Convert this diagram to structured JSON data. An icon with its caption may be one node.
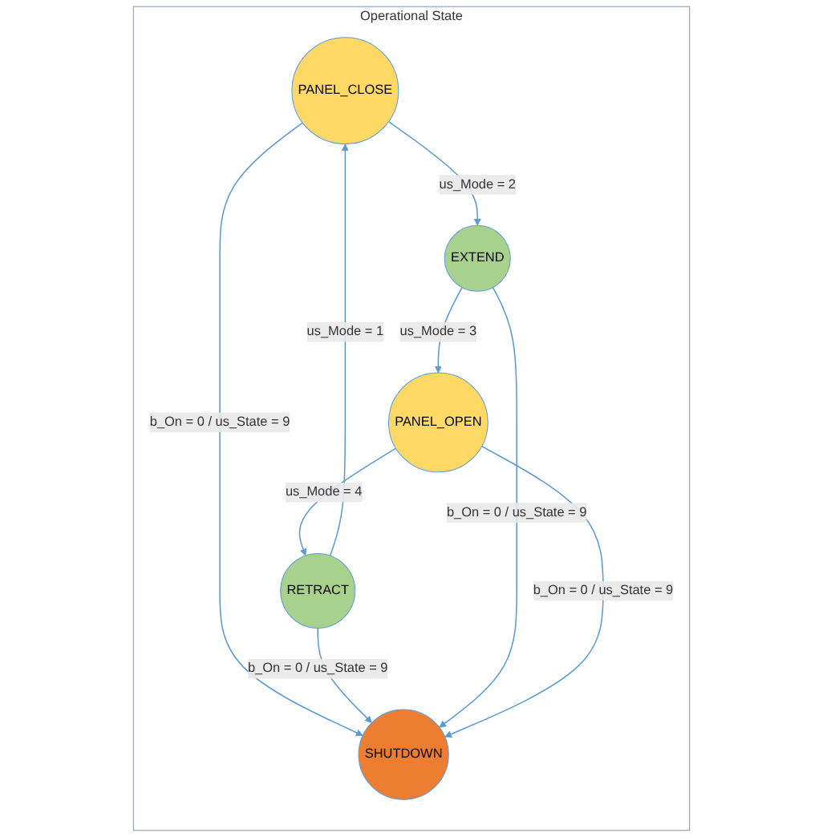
{
  "diagram": {
    "nodes": [
      {
        "text": [
          "Operational State"
        ]
      },
      {
        "text": [
          "PANEL_CLOSE"
        ],
        "in": 0
      },
      {
        "text": [
          "RETRACT"
        ],
        "in": 0
      },
      {
        "text": [
          "SHUTDOWN"
        ],
        "in": 0
      },
      {
        "text": [
          "EXTEND"
        ],
        "in": 0
      },
      {
        "text": [
          "PANEL_OPEN"
        ],
        "in": 0
      }
    ],
    "edges": [
      {
        "from": 2,
        "to": 1,
        "arrow": "to",
        "label": "us_Mode = 1"
      },
      {
        "from": 1,
        "to": 4,
        "arrow": "to",
        "label": "us_Mode = 2"
      },
      {
        "from": 4,
        "to": 5,
        "arrow": "to",
        "label": "us_Mode = 3"
      },
      {
        "from": 5,
        "to": 2,
        "arrow": "to",
        "label": "us_Mode = 4"
      },
      {
        "from": 1,
        "to": 3,
        "arrow": "to",
        "label": "b_On = 0 / us_State = 9"
      },
      {
        "from": 2,
        "to": 3,
        "arrow": "to",
        "label": "b_On = 0 / us_State = 9"
      },
      {
        "from": 4,
        "to": 3,
        "arrow": "to",
        "label": "b_On = 0 / us_State = 9"
      },
      {
        "from": 5,
        "to": 3,
        "arrow": "to",
        "label": "b_On = 0 / us_State = 9"
      }
    ]
  }
}
